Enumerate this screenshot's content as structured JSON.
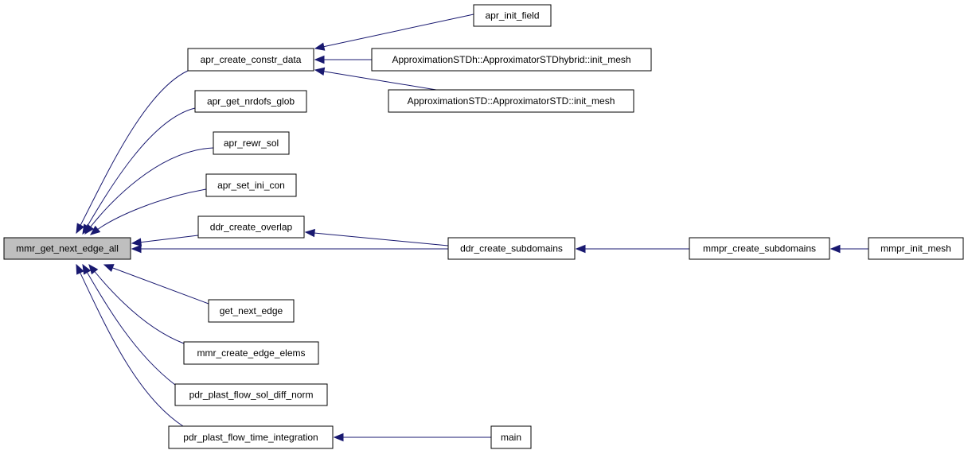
{
  "graph": {
    "root": "mmr_get_next_edge_all",
    "edge_color": "#191970",
    "root_fill": "#bfbfbf",
    "nodes": {
      "mmr_get_next_edge_all": "mmr_get_next_edge_all",
      "apr_create_constr_data": "apr_create_constr_data",
      "apr_init_field": "apr_init_field",
      "approx_stdh_init_mesh": "ApproximationSTDh::ApproximatorSTDhybrid::init_mesh",
      "approx_std_init_mesh": "ApproximationSTD::ApproximatorSTD::init_mesh",
      "apr_get_nrdofs_glob": "apr_get_nrdofs_glob",
      "apr_rewr_sol": "apr_rewr_sol",
      "apr_set_ini_con": "apr_set_ini_con",
      "ddr_create_overlap": "ddr_create_overlap",
      "ddr_create_subdomains": "ddr_create_subdomains",
      "mmpr_create_subdomains": "mmpr_create_subdomains",
      "mmpr_init_mesh": "mmpr_init_mesh",
      "get_next_edge": "get_next_edge",
      "mmr_create_edge_elems": "mmr_create_edge_elems",
      "pdr_plast_flow_sol_diff_norm": "pdr_plast_flow_sol_diff_norm",
      "pdr_plast_flow_time_integration": "pdr_plast_flow_time_integration",
      "main": "main"
    },
    "edges": [
      {
        "from": "apr_create_constr_data",
        "to": "mmr_get_next_edge_all"
      },
      {
        "from": "apr_get_nrdofs_glob",
        "to": "mmr_get_next_edge_all"
      },
      {
        "from": "apr_rewr_sol",
        "to": "mmr_get_next_edge_all"
      },
      {
        "from": "apr_set_ini_con",
        "to": "mmr_get_next_edge_all"
      },
      {
        "from": "ddr_create_overlap",
        "to": "mmr_get_next_edge_all"
      },
      {
        "from": "ddr_create_subdomains",
        "to": "mmr_get_next_edge_all"
      },
      {
        "from": "get_next_edge",
        "to": "mmr_get_next_edge_all"
      },
      {
        "from": "mmr_create_edge_elems",
        "to": "mmr_get_next_edge_all"
      },
      {
        "from": "pdr_plast_flow_sol_diff_norm",
        "to": "mmr_get_next_edge_all"
      },
      {
        "from": "pdr_plast_flow_time_integration",
        "to": "mmr_get_next_edge_all"
      },
      {
        "from": "apr_init_field",
        "to": "apr_create_constr_data"
      },
      {
        "from": "approx_stdh_init_mesh",
        "to": "apr_create_constr_data"
      },
      {
        "from": "approx_std_init_mesh",
        "to": "apr_create_constr_data"
      },
      {
        "from": "ddr_create_subdomains",
        "to": "ddr_create_overlap"
      },
      {
        "from": "mmpr_create_subdomains",
        "to": "ddr_create_subdomains"
      },
      {
        "from": "mmpr_init_mesh",
        "to": "mmpr_create_subdomains"
      },
      {
        "from": "main",
        "to": "pdr_plast_flow_time_integration"
      }
    ]
  }
}
